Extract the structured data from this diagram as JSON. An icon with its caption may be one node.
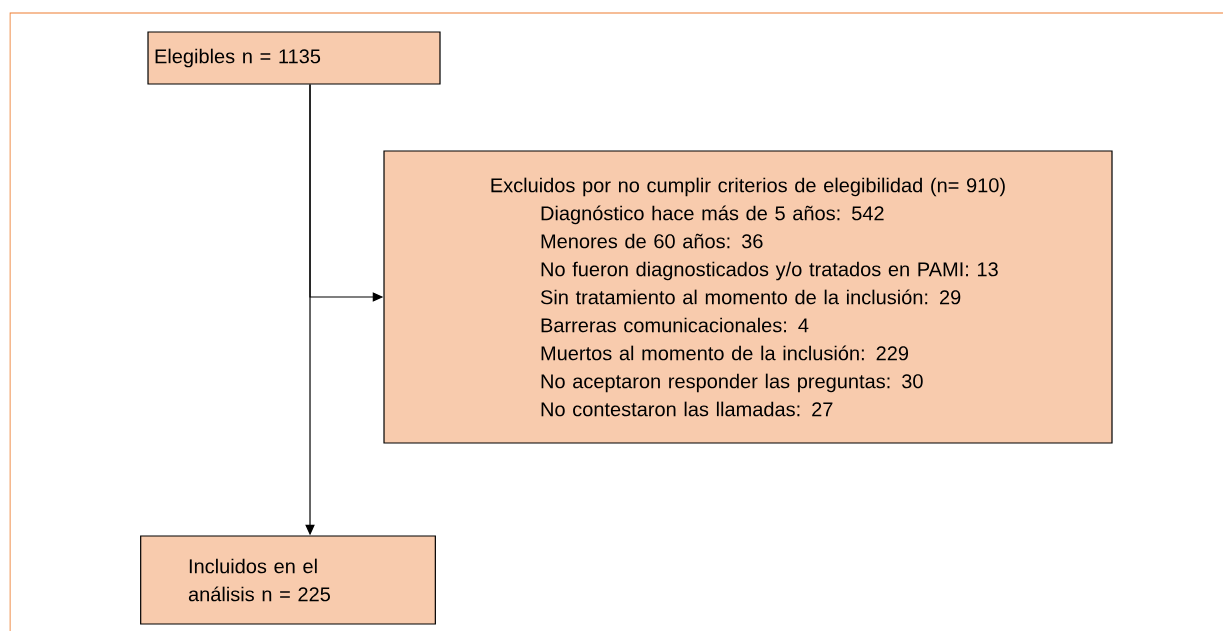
{
  "diagram": {
    "nodes": [
      {
        "text": [
          "Elegibles n = 1135"
        ]
      },
      {
        "text": [
          "Excluidos por no cumplir criterios de elegibilidad (n= 910)",
          "Diagnóstico hace más de 5 años: 542",
          "Menores de 60 años: 36",
          "No fueron diagnosticados y/o tratados en PAMI: 13",
          "Sin tratamiento al momento de la inclusión: 29",
          "Barreras comunicacionales: 4",
          "Muertos al momento de la inclusión: 229",
          "No aceptaron responder las preguntas: 30",
          "No contestaron las llamadas: 27"
        ]
      },
      {
        "text": [
          "Incluidos en el análisis n = 225"
        ]
      }
    ],
    "edges": [
      {
        "from": 0,
        "to": 2,
        "arrow": "to"
      },
      {
        "from": 0,
        "to": 1,
        "arrow": "to"
      }
    ]
  }
}
